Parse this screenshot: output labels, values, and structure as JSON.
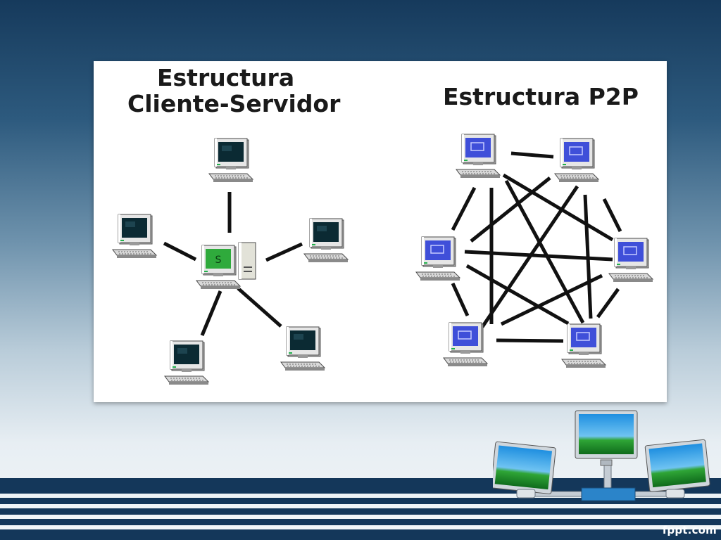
{
  "client_server": {
    "title_line1": "Estructura",
    "title_line2": "Cliente-Servidor",
    "server_label": "S"
  },
  "p2p": {
    "title": "Estructura P2P"
  },
  "footer": {
    "brand": "fppt.com"
  },
  "colors": {
    "top_bar": "#163a5c",
    "stripe": "#14375a",
    "client_screen": "#0b2a33",
    "server_screen": "#2faa3c",
    "peer_screen": "#3f4fd9",
    "line": "#111111"
  },
  "icons": {
    "client": "desktop-computer-icon",
    "server": "server-computer-icon",
    "peer": "peer-computer-icon",
    "network": "network-monitors-icon"
  }
}
